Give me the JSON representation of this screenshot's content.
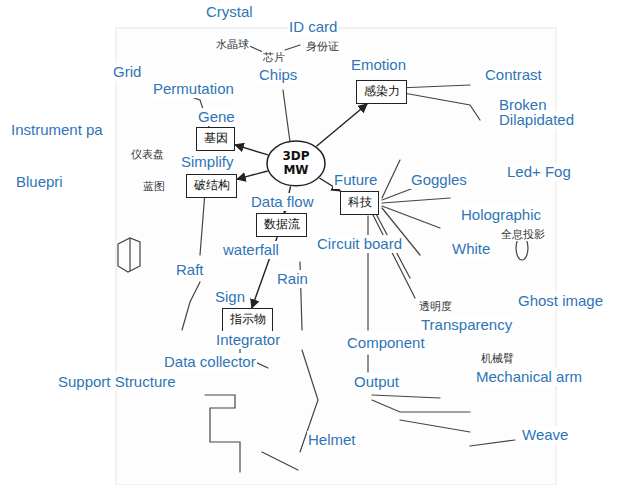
{
  "diagram": {
    "nodes": [
      {
        "text": [
          "3DP MW"
        ]
      },
      {
        "text": [
          "基因"
        ]
      },
      {
        "text": [
          "破结构"
        ]
      },
      {
        "text": [
          "感染力"
        ]
      },
      {
        "text": [
          "科技"
        ]
      },
      {
        "text": [
          "数据流"
        ]
      },
      {
        "text": [
          "指示物"
        ]
      }
    ],
    "edges": [
      {
        "from": 0,
        "to": 1,
        "arrow": "to"
      },
      {
        "from": 0,
        "to": 2,
        "arrow": "to"
      },
      {
        "from": 0,
        "to": 3,
        "arrow": "to"
      },
      {
        "from": 0,
        "to": 4,
        "arrow": "to"
      },
      {
        "from": 0,
        "to": 5,
        "arrow": "to"
      },
      {
        "from": 5,
        "to": 6,
        "arrow": "to"
      }
    ],
    "labels": [
      "Crystal",
      "ID card",
      "Grid",
      "Permutation",
      "Chips",
      "Emotion",
      "Contrast",
      "Broken",
      "Dilapidated",
      "Instrument pa",
      "Gene",
      "Simplify",
      "Bluepri",
      "Led+ Fog",
      "Goggles",
      "Future",
      "Data flow",
      "Holographic",
      "waterfall",
      "Circuit board",
      "White",
      "Rain",
      "Raft",
      "Sign",
      "Ghost image",
      "Transparency",
      "Integrator",
      "Component",
      "Data collector",
      "Support Structure",
      "Output",
      "Mechanical arm",
      "Weave",
      "Helmet",
      "水晶球",
      "身份证",
      "芯片",
      "仪表盘",
      "蓝图",
      "全息投影",
      "透明度",
      "机械臂"
    ]
  }
}
